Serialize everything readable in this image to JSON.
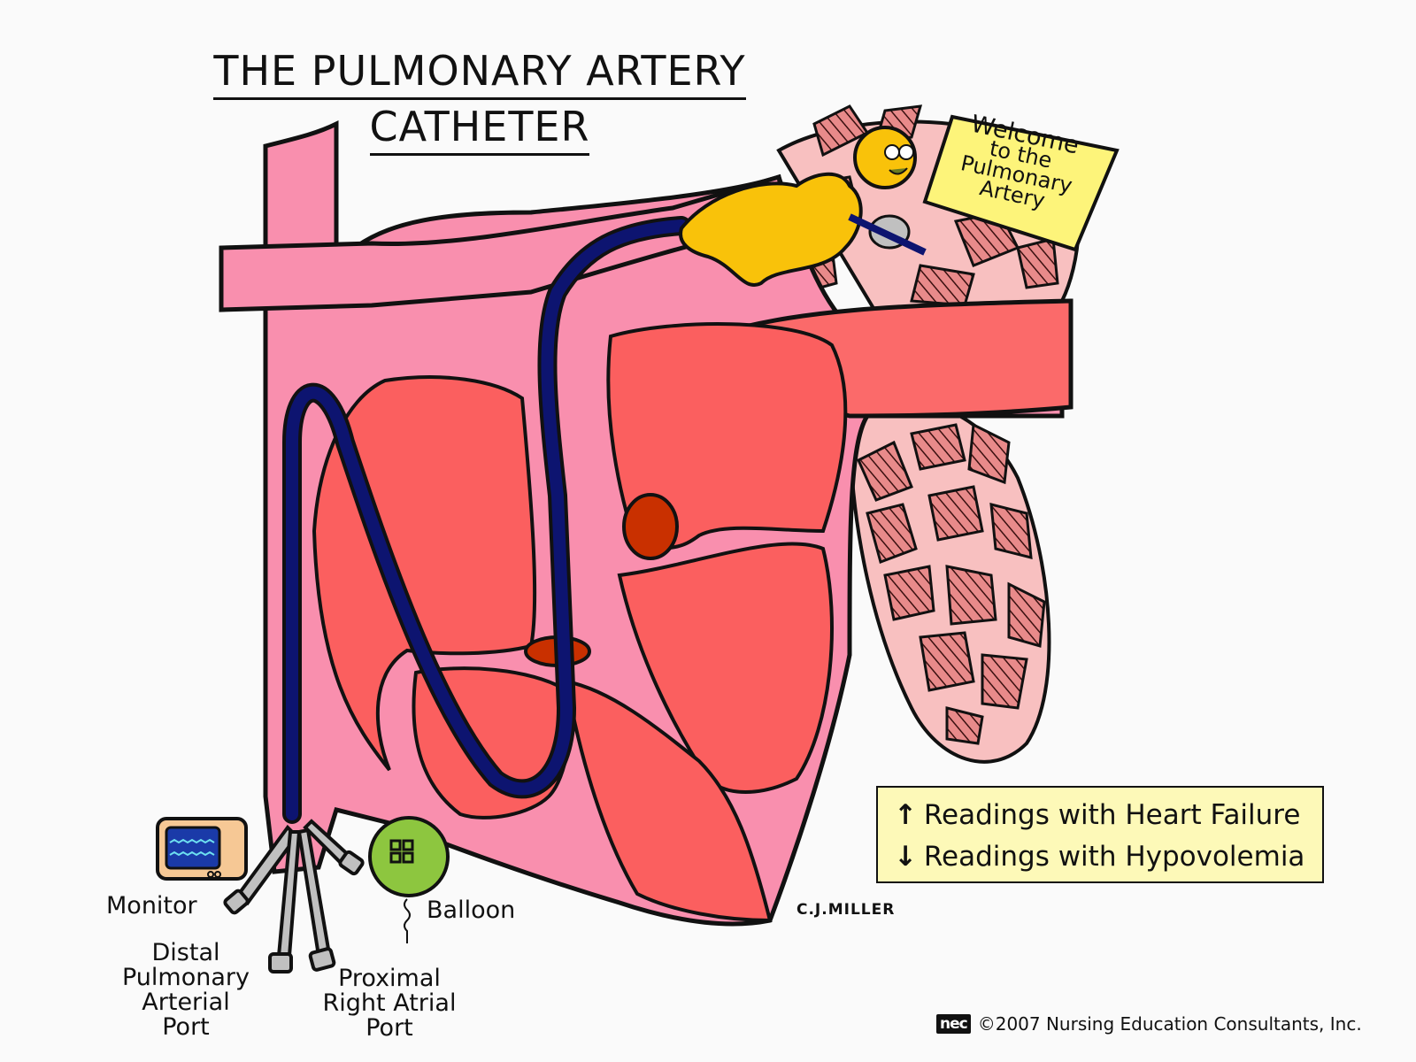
{
  "title": {
    "line1": "THE PULMONARY ARTERY",
    "line2": "CATHETER"
  },
  "sign": {
    "line1": "Welcome",
    "line2": "to the",
    "line3": "Pulmonary",
    "line4": "Artery",
    "color": "#fdf47a"
  },
  "labels": {
    "monitor": "Monitor",
    "balloon": "Balloon",
    "distal": [
      "Distal",
      "Pulmonary",
      "Arterial",
      "Port"
    ],
    "proximal": [
      "Proximal",
      "Right Atrial",
      "Port"
    ]
  },
  "legend": {
    "rows": [
      {
        "arrow": "↑",
        "text": "Readings with Heart Failure"
      },
      {
        "arrow": "↓",
        "text": "Readings with Hypovolemia"
      }
    ],
    "background": "#fdf9b8"
  },
  "signature": "C.J.MILLER",
  "footer": {
    "logo": "nec",
    "text": "©2007 Nursing Education Consultants, Inc."
  },
  "colors": {
    "vessel_pink": "#f98fae",
    "chamber_red": "#fb5f5f",
    "valve_dark": "#c93000",
    "catheter_navy": "#0d1470",
    "lung_pink": "#f8c0c0",
    "lung_hatch": "#e88a8a",
    "character_yellow": "#f9c20a",
    "balloon_green": "#8dc63f",
    "monitor_tan": "#f6c895",
    "monitor_screen": "#1a3aa8",
    "port_gray": "#c0c0c0"
  }
}
